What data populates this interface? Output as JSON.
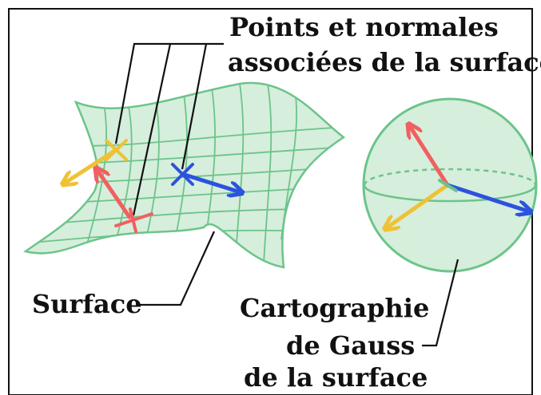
{
  "labels": {
    "points_line1": "Points et normales",
    "points_line2": "associées de la surface",
    "surface": "Surface",
    "gauss_line1": "Cartographie",
    "gauss_line2": "de Gauss",
    "gauss_line3": "de la surface"
  },
  "colors": {
    "frame": "#111111",
    "surface_fill": "#d6eedc",
    "surface_stroke": "#6cc48a",
    "red_normal": "#f06060",
    "yellow_normal": "#efc234",
    "blue_normal": "#2c52e0",
    "leader_line": "#111111"
  }
}
